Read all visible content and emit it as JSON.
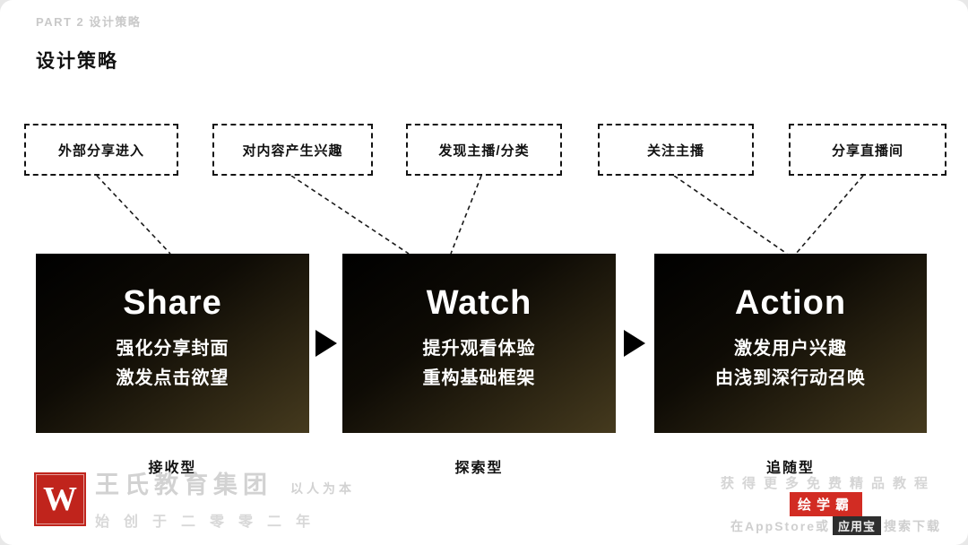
{
  "header": {
    "breadcrumb": "PART 2 设计策略",
    "title": "设计策略"
  },
  "entry_boxes": [
    {
      "label": "外部分享进入"
    },
    {
      "label": "对内容产生兴趣"
    },
    {
      "label": "发现主播/分类"
    },
    {
      "label": "关注主播"
    },
    {
      "label": "分享直播间"
    }
  ],
  "stages": [
    {
      "title": "Share",
      "desc1": "强化分享封面",
      "desc2": "激发点击欲望",
      "type": "接收型"
    },
    {
      "title": "Watch",
      "desc1": "提升观看体验",
      "desc2": "重构基础框架",
      "type": "探索型"
    },
    {
      "title": "Action",
      "desc1": "激发用户兴趣",
      "desc2": "由浅到深行动召唤",
      "type": "追随型"
    }
  ],
  "watermark": {
    "logo_letter": "W",
    "company": "王氏教育集团",
    "slogan": "以人为本",
    "founded": "始创于二零零二年",
    "promo": "获得更多免费精品教程",
    "brand": "绘学霸",
    "download_prefix": "在AppStore或",
    "download_store": "应用宝",
    "download_suffix": "搜索下载"
  },
  "colors": {
    "accent_red": "#c0241c",
    "card_gradient_start": "#000000",
    "card_gradient_end": "#453a1e",
    "watermark_gray": "#d2d2d2"
  }
}
